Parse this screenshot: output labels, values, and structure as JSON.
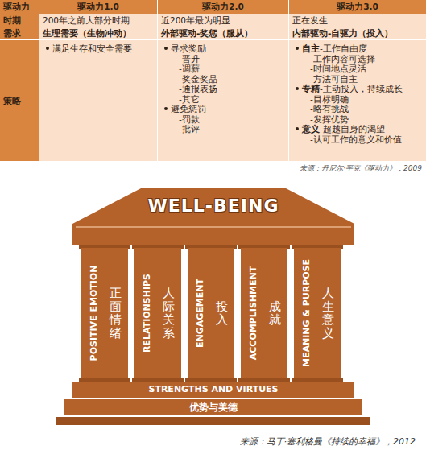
{
  "diagram": {
    "nodes": [
      {
        "text": [
          "WELL-BEING"
        ]
      },
      {
        "text": [
          "POSITIVE EMOTION",
          "正面情绪"
        ]
      },
      {
        "text": [
          "RELATIONSHIPS",
          "人际关系"
        ]
      },
      {
        "text": [
          "ENGAGEMENT",
          "投入"
        ]
      },
      {
        "text": [
          "ACCOMPLISHMENT",
          "成就"
        ]
      },
      {
        "text": [
          "MEANING & PURPOSE",
          "人生意义"
        ]
      },
      {
        "text": [
          "STRENGTHS AND VIRTUES",
          "优势与美德"
        ]
      }
    ],
    "labels": [
      "驱动力",
      "驱动力1.0",
      "驱动力2.0",
      "驱动力3.0",
      "时期",
      "200年之前大部分时期",
      "近200年最为明显",
      "正在发生",
      "需求",
      "生理需要（生物冲动）",
      "外部驱动-奖惩（服从）",
      "内部驱动-自驱力（投入）",
      "策略",
      "满足生存和安全需要",
      "寻求奖励",
      "-晋升",
      "-调薪",
      "-奖金奖品",
      "-通报表扬",
      "-其它",
      "避免惩罚",
      "-罚款",
      "-批评",
      "自主-工作自由度",
      "-工作内容可选择",
      "-时间地点灵活",
      "-方法可自主",
      "专精-主动投入，持续成长",
      "-目标明确",
      "-略有挑战",
      "-发挥优势",
      "意义-超越自身的渴望",
      "-认可工作的意义和价值",
      "来源：丹尼尔·平克《驱动力》，2009",
      "来源：马丁·塞利格曼《持续的幸福》，2012"
    ]
  }
}
